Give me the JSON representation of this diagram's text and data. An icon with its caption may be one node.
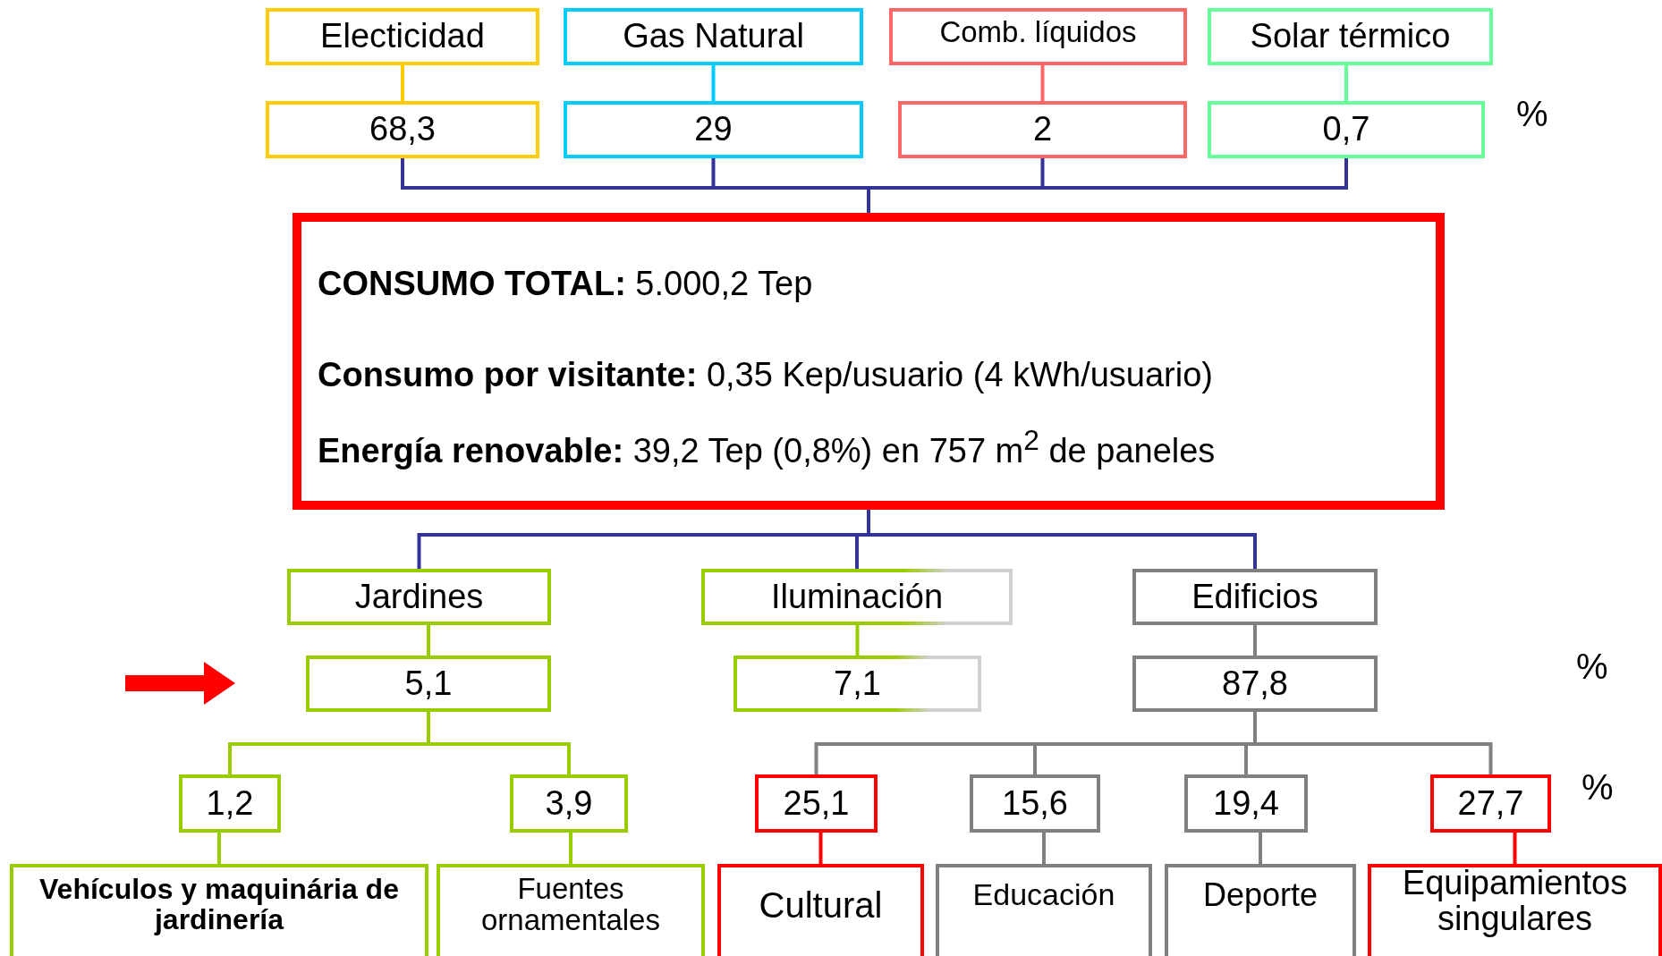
{
  "diagram": {
    "nodes": [
      {
        "text": [
          "Electicidad"
        ]
      },
      {
        "text": [
          "Gas Natural"
        ]
      },
      {
        "text": [
          "Comb. líquidos"
        ]
      },
      {
        "text": [
          "Solar térmico"
        ]
      },
      {
        "text": [
          "68,3"
        ]
      },
      {
        "text": [
          "29"
        ]
      },
      {
        "text": [
          "2"
        ]
      },
      {
        "text": [
          "0,7"
        ]
      },
      {
        "text": [
          "**CONSUMO TOTAL:** 5.000,2 Tep",
          "**Consumo por visitante:** 0,35 Kep/usuario (4 kWh/usuario)",
          "**Energía renovable:** 39,2 Tep (0,8%) en 757 m$^{2}$ de paneles"
        ]
      },
      {
        "text": [
          "Jardines"
        ]
      },
      {
        "text": [
          "Iluminación"
        ]
      },
      {
        "text": [
          "Edificios"
        ]
      },
      {
        "text": [
          "5,1"
        ]
      },
      {
        "text": [
          "7,1"
        ]
      },
      {
        "text": [
          "87,8"
        ]
      },
      {
        "text": [
          "1,2"
        ]
      },
      {
        "text": [
          "3,9"
        ]
      },
      {
        "text": [
          "25,1"
        ]
      },
      {
        "text": [
          "15,6"
        ]
      },
      {
        "text": [
          "19,4"
        ]
      },
      {
        "text": [
          "27,7"
        ]
      },
      {
        "text": [
          "Vehículos y maquinária de jardinería"
        ]
      },
      {
        "text": [
          "Fuentes ornamentales"
        ]
      },
      {
        "text": [
          "Cultural"
        ]
      },
      {
        "text": [
          "Educación"
        ]
      },
      {
        "text": [
          "Deporte"
        ]
      },
      {
        "text": [
          "Equipamientos singulares"
        ]
      }
    ],
    "edges": [
      {
        "from": 0,
        "to": 4,
        "arrow": "none",
        "color": "#ffcc00"
      },
      {
        "from": 1,
        "to": 5,
        "arrow": "none",
        "color": "#00ccff"
      },
      {
        "from": 2,
        "to": 6,
        "arrow": "none",
        "color": "#ff6666"
      },
      {
        "from": 3,
        "to": 7,
        "arrow": "none",
        "color": "#66ff99"
      },
      {
        "from": 4,
        "to": 8,
        "arrow": "none",
        "color": "#333399"
      },
      {
        "from": 5,
        "to": 8,
        "arrow": "none",
        "color": "#333399"
      },
      {
        "from": 6,
        "to": 8,
        "arrow": "none",
        "color": "#333399"
      },
      {
        "from": 7,
        "to": 8,
        "arrow": "none",
        "color": "#333399"
      },
      {
        "from": 8,
        "to": 9,
        "arrow": "none",
        "color": "#333399"
      },
      {
        "from": 8,
        "to": 10,
        "arrow": "none",
        "color": "#333399"
      },
      {
        "from": 8,
        "to": 11,
        "arrow": "none",
        "color": "#333399"
      },
      {
        "from": 9,
        "to": 12,
        "arrow": "none",
        "color": "#99cc00"
      },
      {
        "from": 10,
        "to": 13,
        "arrow": "none",
        "color": "#99cc00"
      },
      {
        "from": 11,
        "to": 14,
        "arrow": "none",
        "color": "#808080"
      },
      {
        "from": 12,
        "to": 15,
        "arrow": "none",
        "color": "#99cc00"
      },
      {
        "from": 12,
        "to": 16,
        "arrow": "none",
        "color": "#99cc00"
      },
      {
        "from": 14,
        "to": 17,
        "arrow": "none",
        "color": "#808080"
      },
      {
        "from": 14,
        "to": 18,
        "arrow": "none",
        "color": "#808080"
      },
      {
        "from": 14,
        "to": 19,
        "arrow": "none",
        "color": "#808080"
      },
      {
        "from": 14,
        "to": 20,
        "arrow": "none",
        "color": "#808080"
      },
      {
        "from": 15,
        "to": 21,
        "arrow": "none",
        "color": "#99cc00"
      },
      {
        "from": 16,
        "to": 22,
        "arrow": "none",
        "color": "#99cc00"
      },
      {
        "from": 17,
        "to": 23,
        "arrow": "none",
        "color": "#ff0000"
      },
      {
        "from": 18,
        "to": 24,
        "arrow": "none",
        "color": "#808080"
      },
      {
        "from": 19,
        "to": 25,
        "arrow": "none",
        "color": "#808080"
      },
      {
        "from": 20,
        "to": 26,
        "arrow": "none",
        "color": "#ff0000"
      }
    ],
    "labels": [
      "%",
      "%",
      "%"
    ]
  }
}
